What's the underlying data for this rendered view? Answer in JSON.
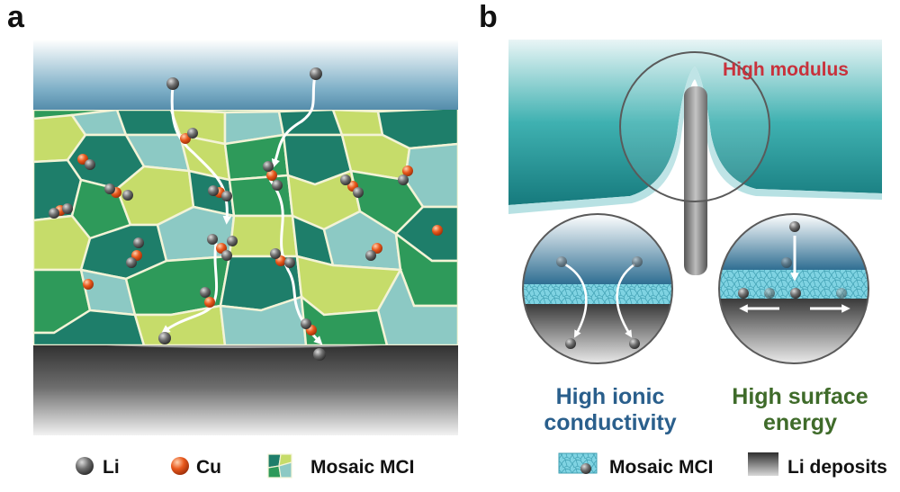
{
  "panels": {
    "a": {
      "label": "a"
    },
    "b": {
      "label": "b"
    }
  },
  "callouts": {
    "high_modulus": "High modulus",
    "ionic_line1": "High ionic",
    "ionic_line2": "conductivity",
    "surface_line1": "High surface",
    "surface_line2": "energy"
  },
  "legend_a": {
    "items": [
      {
        "label": "Li",
        "icon": "li-atom-icon"
      },
      {
        "label": "Cu",
        "icon": "cu-atom-icon"
      },
      {
        "label": "Mosaic MCI",
        "icon": "mosaic-mci-icon"
      }
    ]
  },
  "legend_b": {
    "items": [
      {
        "label": "Mosaic MCI",
        "icon": "mosaic-mci-layer-icon"
      },
      {
        "label": "Li deposits",
        "icon": "li-deposit-icon"
      }
    ]
  },
  "colors": {
    "high_modulus": "#c8323c",
    "ionic": "#2a5f8c",
    "surface": "#3f6b2a",
    "li_atom": "#5a5a5a",
    "cu_atom": "#e0541e",
    "mosaic_light": "#c6dc6a",
    "mosaic_dark": "#1e7e6a",
    "mosaic_mid": "#2e9a5a",
    "mosaic_aqua": "#8cc9c4",
    "teal_layer": "#2aa7a4"
  }
}
